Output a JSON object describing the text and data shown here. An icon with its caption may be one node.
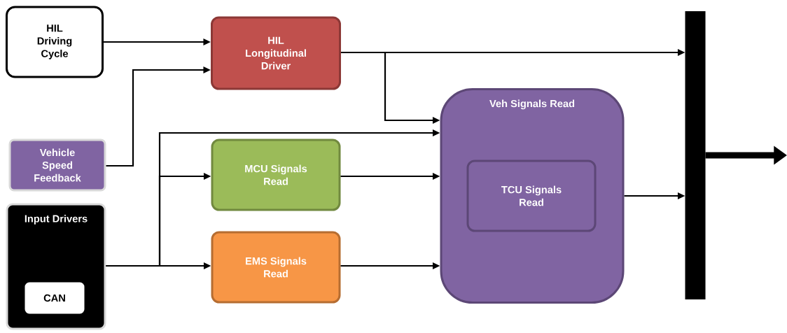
{
  "diagram": {
    "nodes": [
      {
        "text": [
          "HIL Driving Cycle"
        ]
      },
      {
        "text": [
          "HIL Longitudinal Driver"
        ]
      },
      {
        "text": [
          "Vehicle Speed Feedback"
        ]
      },
      {
        "text": [
          "Input Drivers"
        ]
      },
      {
        "text": [
          "CAN"
        ],
        "in": 3
      },
      {
        "text": [
          "MCU Signals Read"
        ]
      },
      {
        "text": [
          "EMS Signals Read"
        ]
      },
      {
        "text": [
          "Veh Signals Read"
        ]
      },
      {
        "text": [
          "TCU Signals Read"
        ],
        "in": 7
      },
      {
        "text": [],
        "shape": "bar"
      }
    ],
    "edges": [
      {
        "from": 0,
        "to": 1,
        "arrow": "to"
      },
      {
        "from": 2,
        "to": 1,
        "arrow": "to"
      },
      {
        "from": 3,
        "to": 7,
        "arrow": "to"
      },
      {
        "from": 3,
        "to": 5,
        "arrow": "to"
      },
      {
        "from": 3,
        "to": 6,
        "arrow": "to"
      },
      {
        "from": 1,
        "to": 9,
        "arrow": "to"
      },
      {
        "from": 1,
        "to": 7,
        "arrow": "to"
      },
      {
        "from": 5,
        "to": 7,
        "arrow": "to"
      },
      {
        "from": 6,
        "to": 7,
        "arrow": "to"
      },
      {
        "from": 7,
        "to": 9,
        "arrow": "to"
      },
      {
        "from": 9,
        "to": null,
        "arrow": "to",
        "style": "thick"
      }
    ]
  }
}
